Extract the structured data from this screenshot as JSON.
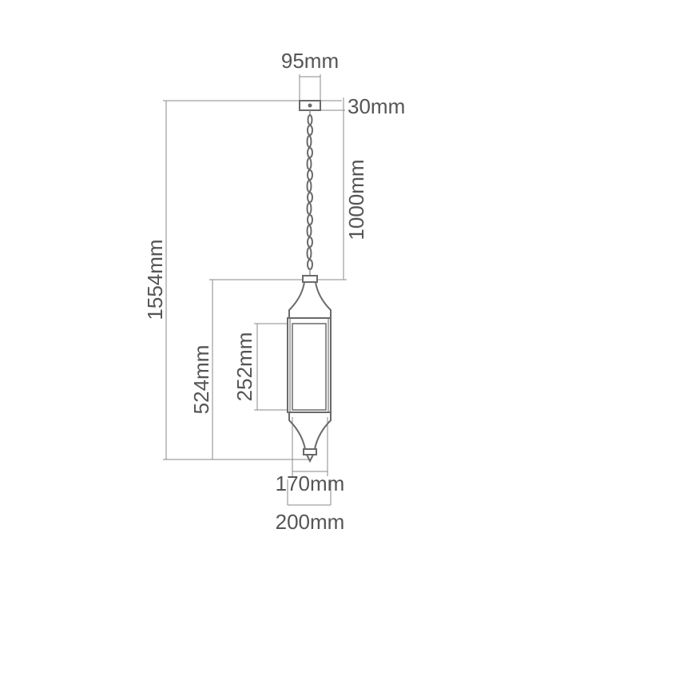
{
  "diagram": {
    "dimensions": {
      "canopy_width": "95mm",
      "canopy_height": "30mm",
      "chain_length": "1000mm",
      "overall_height": "1554mm",
      "lantern_height": "524mm",
      "glass_height": "252mm",
      "inner_width": "170mm",
      "outer_width": "200mm"
    },
    "colors": {
      "line": "#8a8a8a",
      "lamp": "#6a6a6a",
      "text": "#555555",
      "background": "#ffffff"
    }
  }
}
